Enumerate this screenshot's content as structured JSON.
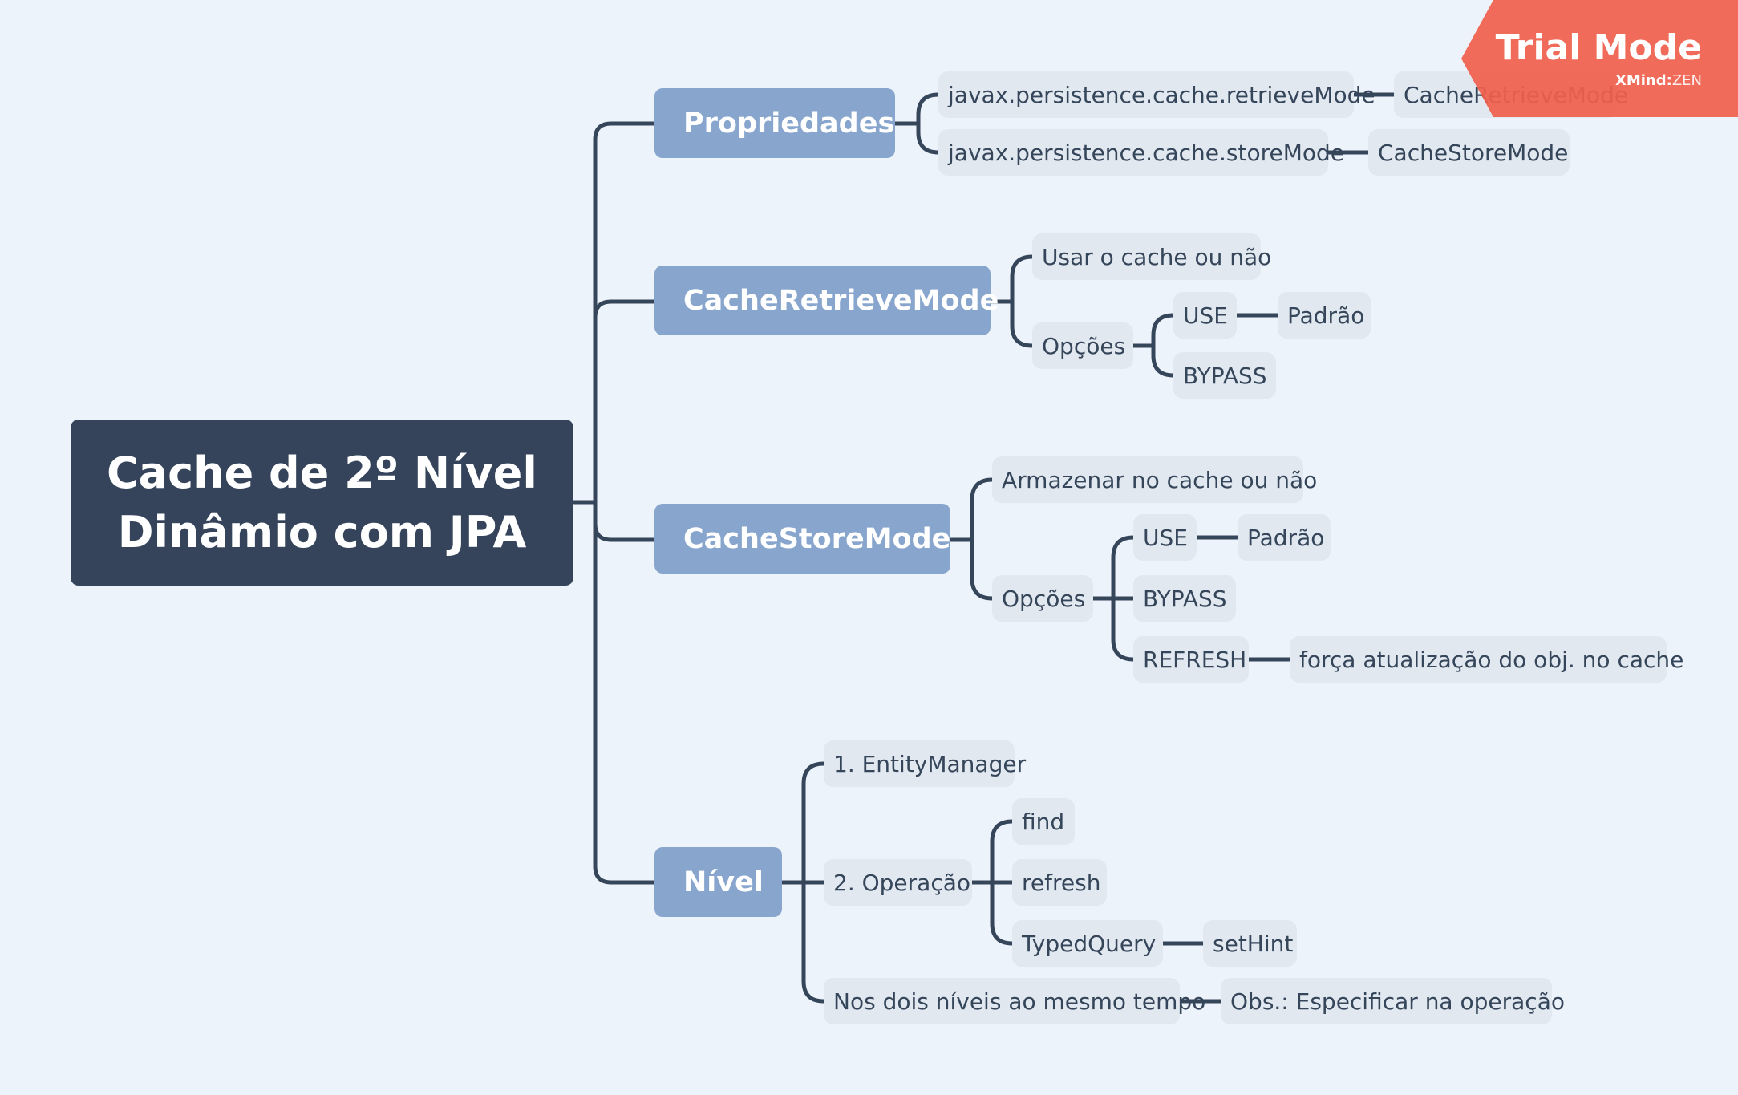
{
  "root": {
    "line1": "Cache de 2º Nível",
    "line2": "Dinâmio com JPA"
  },
  "branches": {
    "propriedades": {
      "label": "Propriedades",
      "retrieve_prop": "javax.persistence.cache.retrieveMode",
      "retrieve_type": "CacheRetrieveMode",
      "store_prop": "javax.persistence.cache.storeMode",
      "store_type": "CacheStoreMode"
    },
    "retrieve": {
      "label": "CacheRetrieveMode",
      "desc": "Usar o cache ou não",
      "opcoes": "Opções",
      "use": "USE",
      "padrao": "Padrão",
      "bypass": "BYPASS"
    },
    "store": {
      "label": "CacheStoreMode",
      "desc": "Armazenar no cache ou não",
      "opcoes": "Opções",
      "use": "USE",
      "padrao": "Padrão",
      "bypass": "BYPASS",
      "refresh": "REFRESH",
      "refresh_note": "força atualização do obj. no cache"
    },
    "nivel": {
      "label": "Nível",
      "entity_manager": "1. EntityManager",
      "operacao": "2. Operação",
      "find": "find",
      "refresh": "refresh",
      "typed_query": "TypedQuery",
      "set_hint": "setHint",
      "both_levels": "Nos dois níveis ao mesmo tempo",
      "obs": "Obs.: Especificar na operação"
    }
  },
  "watermark": {
    "title": "Trial Mode",
    "brand": "XMind",
    "edition": "ZEN",
    "color": "#f0604c"
  },
  "colors": {
    "background": "#edf3fa",
    "root": "#35445a",
    "main_topic": "#88a6cd",
    "sub_topic": "#e1e8f0",
    "line": "#36465a"
  }
}
